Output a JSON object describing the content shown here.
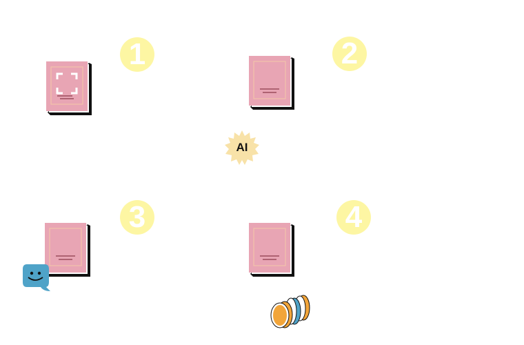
{
  "steps": [
    {
      "number": "1"
    },
    {
      "number": "2"
    },
    {
      "number": "3"
    },
    {
      "number": "4"
    }
  ],
  "ai_badge": {
    "label": "AI"
  },
  "colors": {
    "book": "#e8a5b4",
    "badge": "#fdf6a3",
    "star": "#f8e2a8",
    "chat": "#4fa3c8",
    "coin": "#f2a53a"
  }
}
